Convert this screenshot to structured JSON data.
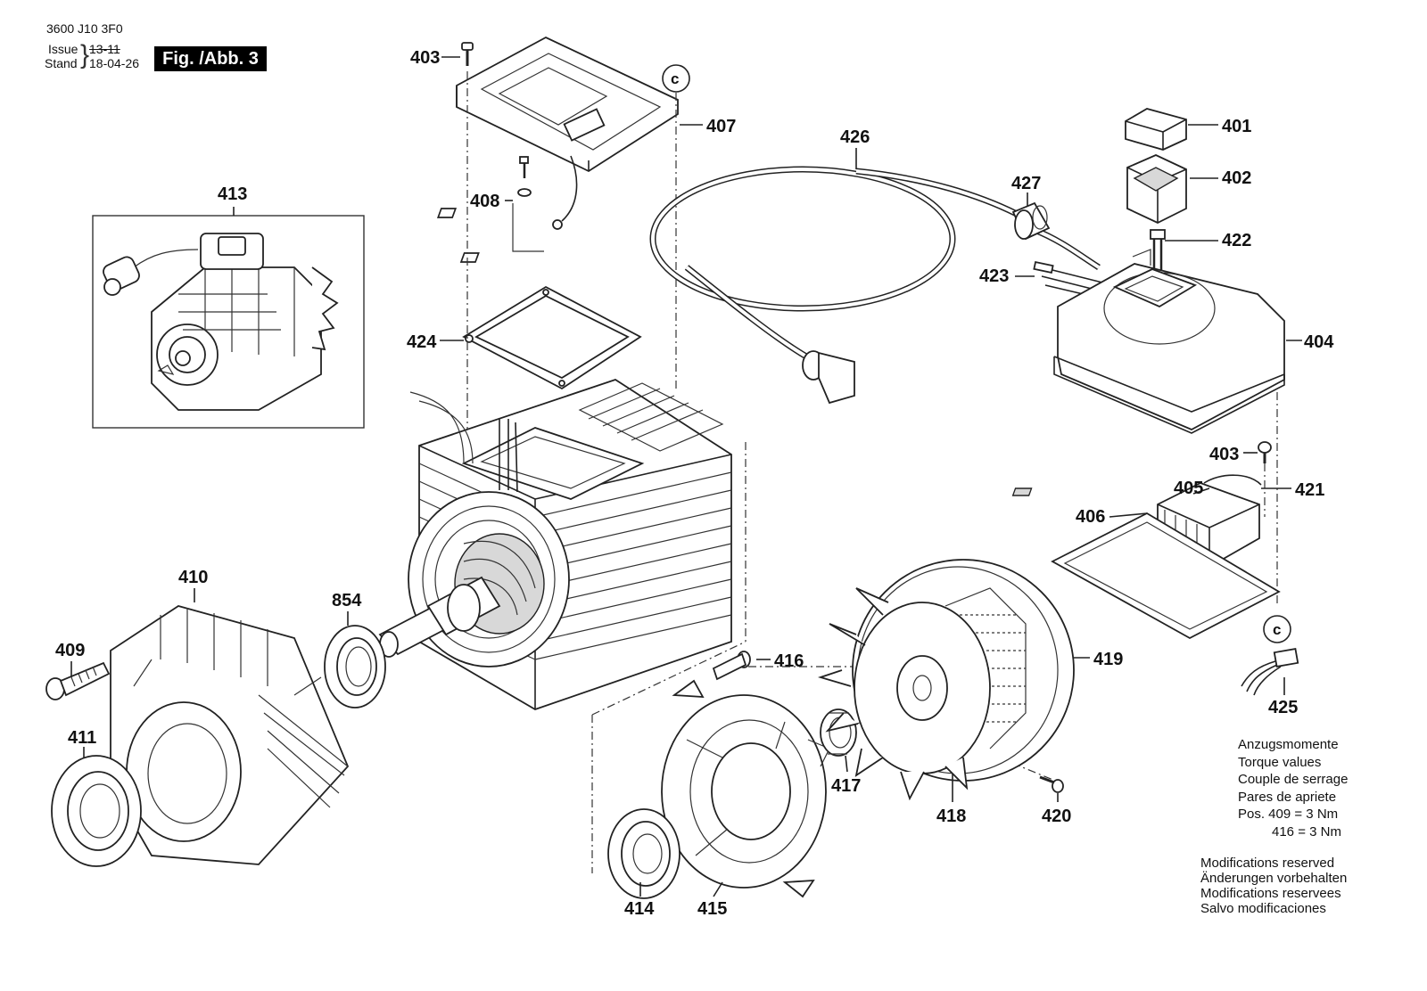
{
  "header": {
    "doc_number": "3600 J10 3F0",
    "issue_label": "Issue",
    "issue_value": "13-11",
    "stand_label": "Stand",
    "stand_value": "18-04-26",
    "figure_tag": "Fig. /Abb. 3"
  },
  "parts": [
    {
      "id": "403",
      "name": "screw-top"
    },
    {
      "id": "407",
      "name": "cover-plate"
    },
    {
      "id": "c",
      "name": "connection-c-top"
    },
    {
      "id": "413",
      "name": "pump-assembly-inset"
    },
    {
      "id": "408",
      "name": "ground-screw-set"
    },
    {
      "id": "426",
      "name": "power-cord"
    },
    {
      "id": "401",
      "name": "switch-cap"
    },
    {
      "id": "402",
      "name": "rocker-switch"
    },
    {
      "id": "427",
      "name": "cable-gland"
    },
    {
      "id": "422",
      "name": "switch-leads"
    },
    {
      "id": "423",
      "name": "terminal-leads"
    },
    {
      "id": "424",
      "name": "gasket"
    },
    {
      "id": "404",
      "name": "switch-housing"
    },
    {
      "id": "403",
      "name": "screw-right"
    },
    {
      "id": "405",
      "name": "terminal-block"
    },
    {
      "id": "421",
      "name": "capacitor"
    },
    {
      "id": "406",
      "name": "seal-plate"
    },
    {
      "id": "410",
      "name": "cylinder-head"
    },
    {
      "id": "854",
      "name": "shaft-seal"
    },
    {
      "id": "409",
      "name": "head-bolt"
    },
    {
      "id": "c",
      "name": "connection-c-bottom"
    },
    {
      "id": "416",
      "name": "flange-bolt"
    },
    {
      "id": "419",
      "name": "fan-cover"
    },
    {
      "id": "411",
      "name": "ball-bearing-left"
    },
    {
      "id": "425",
      "name": "connector-plug"
    },
    {
      "id": "417",
      "name": "bearing-sleeve"
    },
    {
      "id": "418",
      "name": "fan-wheel"
    },
    {
      "id": "420",
      "name": "cover-screw"
    },
    {
      "id": "414",
      "name": "ball-bearing-rear"
    },
    {
      "id": "415",
      "name": "end-shield"
    }
  ],
  "torque": {
    "lines": [
      "Anzugsmomente",
      "Torque values",
      "Couple de serrage",
      "Pares de apriete"
    ],
    "values": [
      "Pos. 409 = 3 Nm",
      "416 = 3 Nm"
    ]
  },
  "notice": [
    "Modifications reserved",
    "Änderungen vorbehalten",
    "Modifications reservees",
    "Salvo modificaciones"
  ]
}
